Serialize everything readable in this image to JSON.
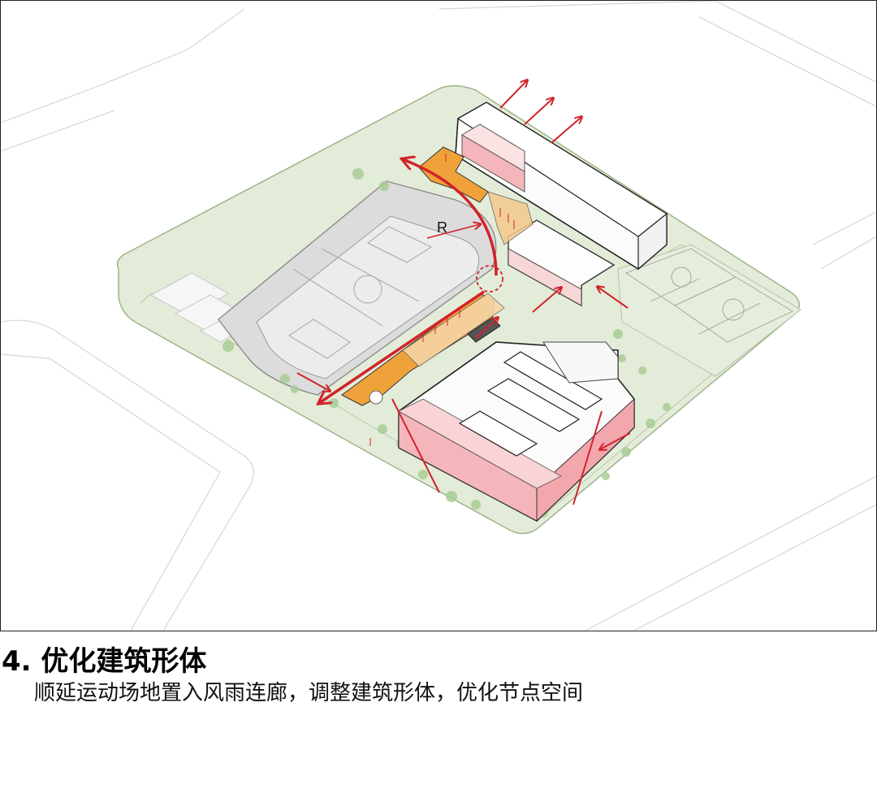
{
  "diagram": {
    "radius_label": "R",
    "colors": {
      "site_green": "#e3ecd8",
      "site_border": "#9eb58c",
      "arrow_red": "#d2232a",
      "corridor_orange": "#f0a23a",
      "building_pink": "#f4b6bb",
      "building_white": "#fbfbfb",
      "field_gray": "#e8e8e8",
      "tree_green": "#9cc48a"
    }
  },
  "caption": {
    "title": "4. 优化建筑形体",
    "description": "顺延运动场地置入风雨连廊，调整建筑形体，优化节点空间"
  }
}
